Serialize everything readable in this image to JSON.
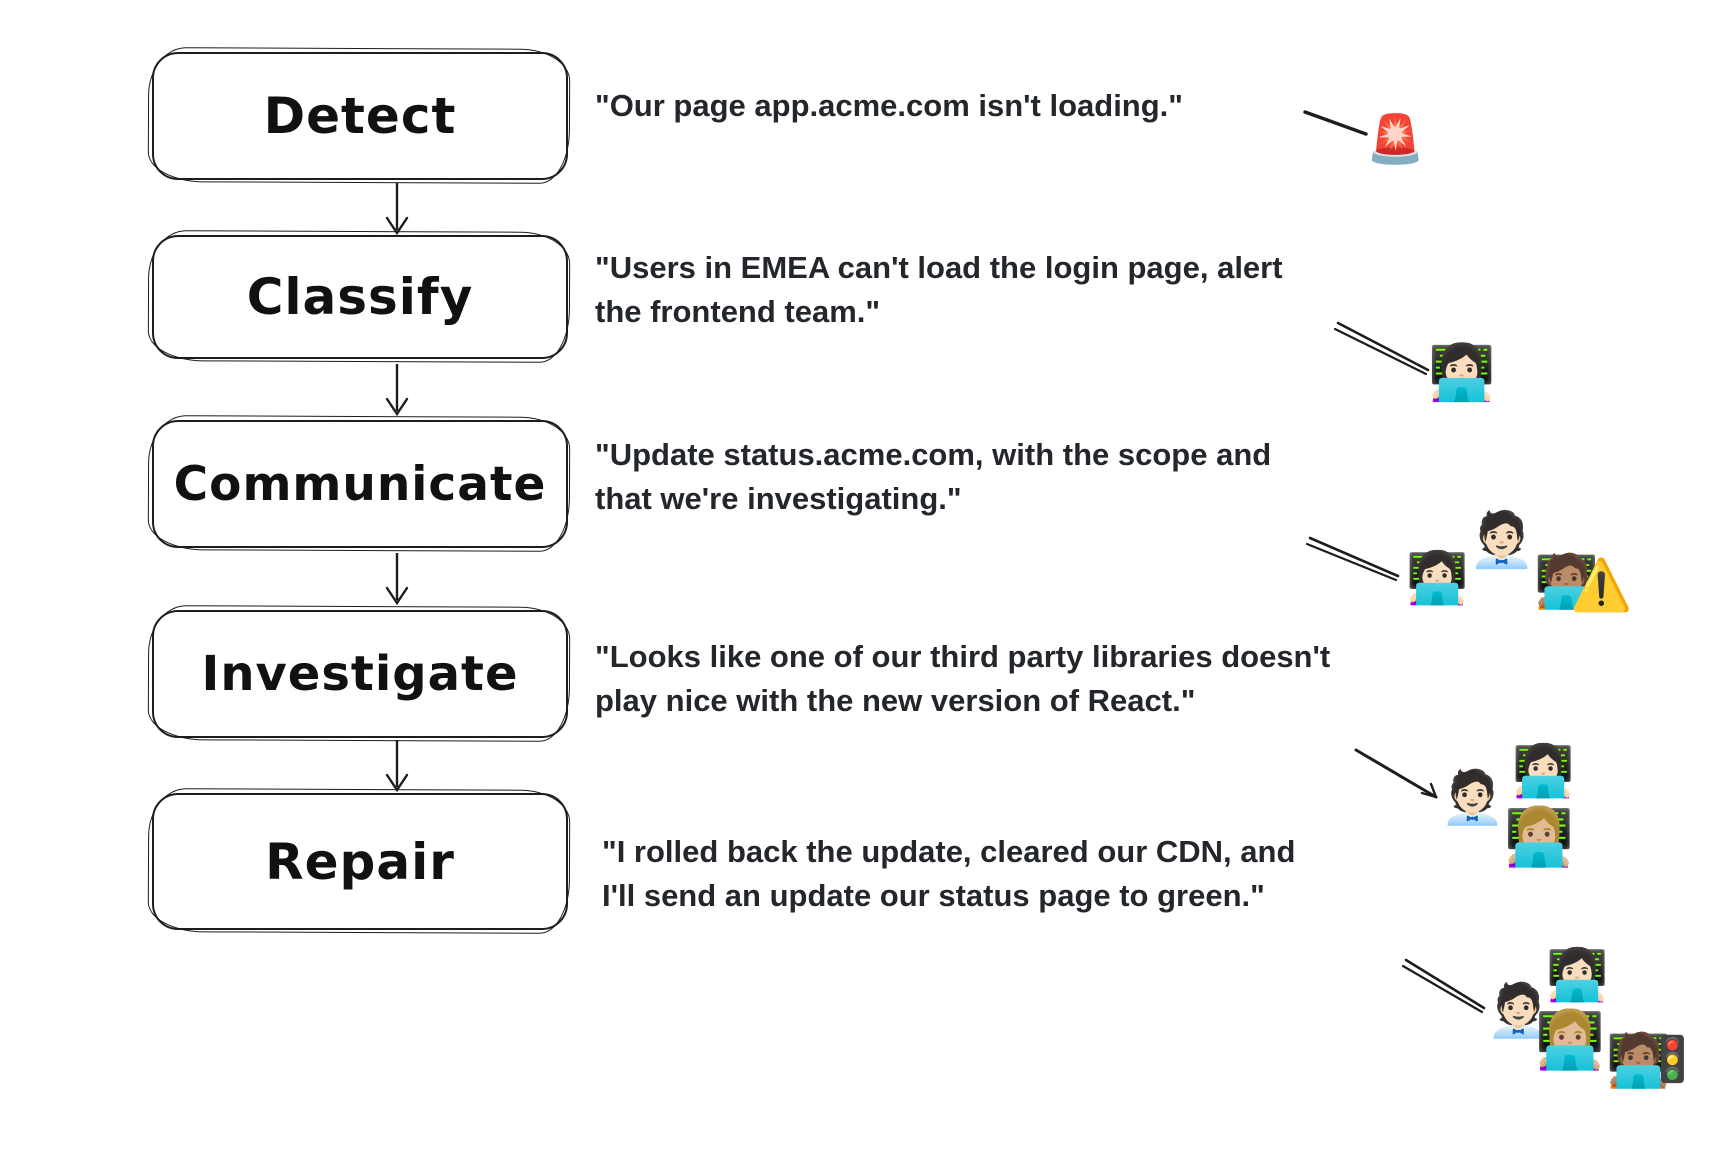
{
  "stages": [
    {
      "label": "Detect",
      "quote_line1": "\"Our page app.acme.com isn't loading.\"",
      "emojis": [
        {
          "name": "police-car-light-emoji",
          "char": "🚨"
        }
      ]
    },
    {
      "label": "Classify",
      "quote_line1": "\"Users in EMEA can't load the login page, alert",
      "quote_line2": "the frontend team.\"",
      "emojis": [
        {
          "name": "woman-technologist-emoji",
          "char": "👩🏻‍💻"
        }
      ]
    },
    {
      "label": "Communicate",
      "quote_line1": "\"Update status.acme.com, with the scope and",
      "quote_line2": "that we're investigating.\"",
      "emojis": [
        {
          "name": "woman-technologist-emoji",
          "char": "👩🏻‍💻"
        },
        {
          "name": "office-worker-emoji",
          "char": "🧑🏻‍💼"
        },
        {
          "name": "man-technologist-medium-skin-emoji",
          "char": "🧑🏽‍💻"
        },
        {
          "name": "warning-emoji",
          "char": "⚠️"
        }
      ]
    },
    {
      "label": "Investigate",
      "quote_line1": "\"Looks like one of our third party libraries doesn't",
      "quote_line2": "play nice with the new version of React.\"",
      "emojis": [
        {
          "name": "office-worker-emoji",
          "char": "🧑🏻‍💼"
        },
        {
          "name": "woman-technologist-emoji",
          "char": "👩🏻‍💻"
        },
        {
          "name": "blonde-woman-technologist-emoji",
          "char": "👩🏼‍💻"
        }
      ]
    },
    {
      "label": "Repair",
      "quote_line1": "\"I rolled back the update, cleared our CDN, and",
      "quote_line2": "I'll send an update our status page to green.\"",
      "emojis": [
        {
          "name": "office-worker-emoji",
          "char": "🧑🏻‍💼"
        },
        {
          "name": "woman-technologist-emoji",
          "char": "👩🏻‍💻"
        },
        {
          "name": "blonde-woman-technologist-emoji",
          "char": "👩🏼‍💻"
        },
        {
          "name": "man-technologist-medium-skin-emoji",
          "char": "🧑🏽‍💻"
        },
        {
          "name": "vertical-traffic-light-emoji",
          "char": "🚦"
        }
      ]
    }
  ],
  "colors": {
    "background": "#ffffff",
    "stroke": "#1d1d1d",
    "text": "#23272b"
  }
}
